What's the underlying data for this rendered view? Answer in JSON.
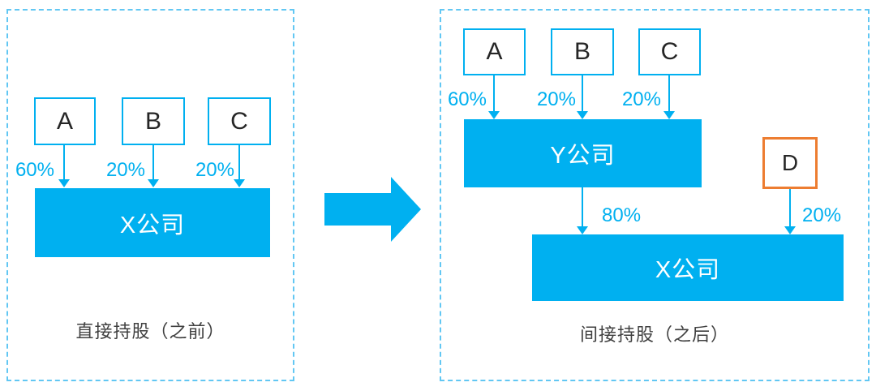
{
  "colors": {
    "primary_blue": "#00b0f0",
    "panel_dash_blue": "#62c7f3",
    "highlight_orange": "#ed7d31",
    "caption_text": "#404040",
    "box_letter_text": "#262626",
    "company_text": "#ffffff"
  },
  "left_panel": {
    "caption": "直接持股（之前）",
    "company_label": "X公司",
    "shareholders": [
      {
        "label": "A",
        "percent": "60%"
      },
      {
        "label": "B",
        "percent": "20%"
      },
      {
        "label": "C",
        "percent": "20%"
      }
    ]
  },
  "right_panel": {
    "caption": "间接持股（之后）",
    "holding_company_label": "Y公司",
    "company_label": "X公司",
    "shareholders": [
      {
        "label": "A",
        "percent": "60%"
      },
      {
        "label": "B",
        "percent": "20%"
      },
      {
        "label": "C",
        "percent": "20%"
      }
    ],
    "holding_percent": "80%",
    "new_shareholder": {
      "label": "D",
      "percent": "20%"
    }
  }
}
